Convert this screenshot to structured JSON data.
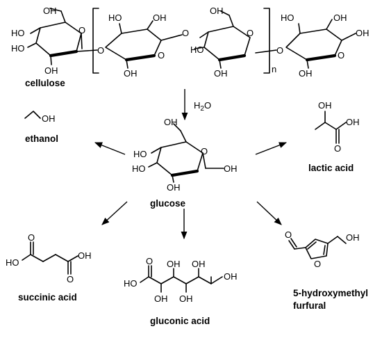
{
  "labels": {
    "cellulose": "cellulose",
    "glucose": "glucose",
    "ethanol": "ethanol",
    "lactic_acid": "lactic acid",
    "succinic_acid": "succinic acid",
    "gluconic_acid": "gluconic acid",
    "hmf_line1": "5-hydroxymethyl",
    "hmf_line2": "furfural"
  },
  "reagents": {
    "water": "H",
    "water_sub": "2",
    "water_tail": "O"
  },
  "polymer_subscript": "n",
  "atoms": {
    "OH": "OH",
    "HO": "HO",
    "O": "O"
  }
}
